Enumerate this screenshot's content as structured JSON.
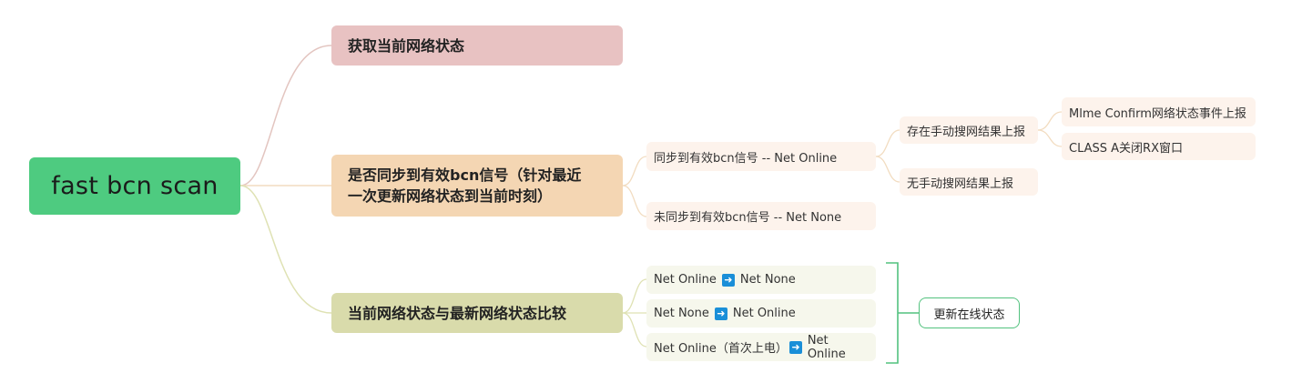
{
  "root": {
    "label": "fast bcn scan"
  },
  "branches": [
    {
      "label": "获取当前网络状态",
      "color": "#e8c2c2"
    },
    {
      "label_line1": "是否同步到有效bcn信号（针对最近",
      "label_line2": "一次更新网络状态到当前时刻）",
      "color": "#f4d6b3",
      "children": [
        {
          "label": "同步到有效bcn信号 -- Net Online",
          "children": [
            {
              "label": "存在手动搜网结果上报",
              "children": [
                {
                  "label": "Mlme Confirm网络状态事件上报"
                },
                {
                  "label": "CLASS A关闭RX窗口"
                }
              ]
            },
            {
              "label": "无手动搜网结果上报"
            }
          ]
        },
        {
          "label": "未同步到有效bcn信号 -- Net None"
        }
      ]
    },
    {
      "label": "当前网络状态与最新网络状态比较",
      "color": "#d9dbab",
      "children": [
        {
          "from": "Net Online",
          "to": "Net None"
        },
        {
          "from": "Net None",
          "to": "Net Online"
        },
        {
          "from": "Net Online（首次上电）",
          "to": "Net Online"
        }
      ],
      "summary": "更新在线状态"
    }
  ],
  "colors": {
    "root": "#4ecb80",
    "line_a": "#e3c5c0",
    "line_b": "#f2dcc0",
    "line_c": "#dfe2b4",
    "summary_border": "#52c27e",
    "arrow_icon": "#1a8fd8"
  },
  "icons": {
    "transition_arrow": "right-arrow-icon"
  }
}
